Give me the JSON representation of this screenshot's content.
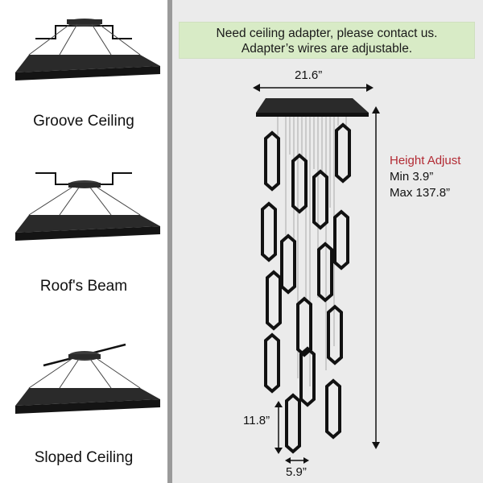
{
  "left": {
    "captions": [
      "Groove Ceiling",
      "Roof's Beam",
      "Sloped Ceiling"
    ]
  },
  "notice": {
    "line1": "Need ceiling adapter, please contact us.",
    "line2": "Adapter’s wires are adjustable."
  },
  "dimensions": {
    "width": "21.6”",
    "pendant_height": "11.8”",
    "pendant_width": "5.9”"
  },
  "height_adjust": {
    "title": "Height Adjust",
    "min": "Min 3.9”",
    "max": "Max 137.8”"
  },
  "colors": {
    "canopy": "#1c1c1c",
    "ceiling_line": "#111111",
    "notice_bg": "#d8ebc6",
    "accent_red": "#b22a33",
    "panel_bg": "#ebebeb"
  }
}
